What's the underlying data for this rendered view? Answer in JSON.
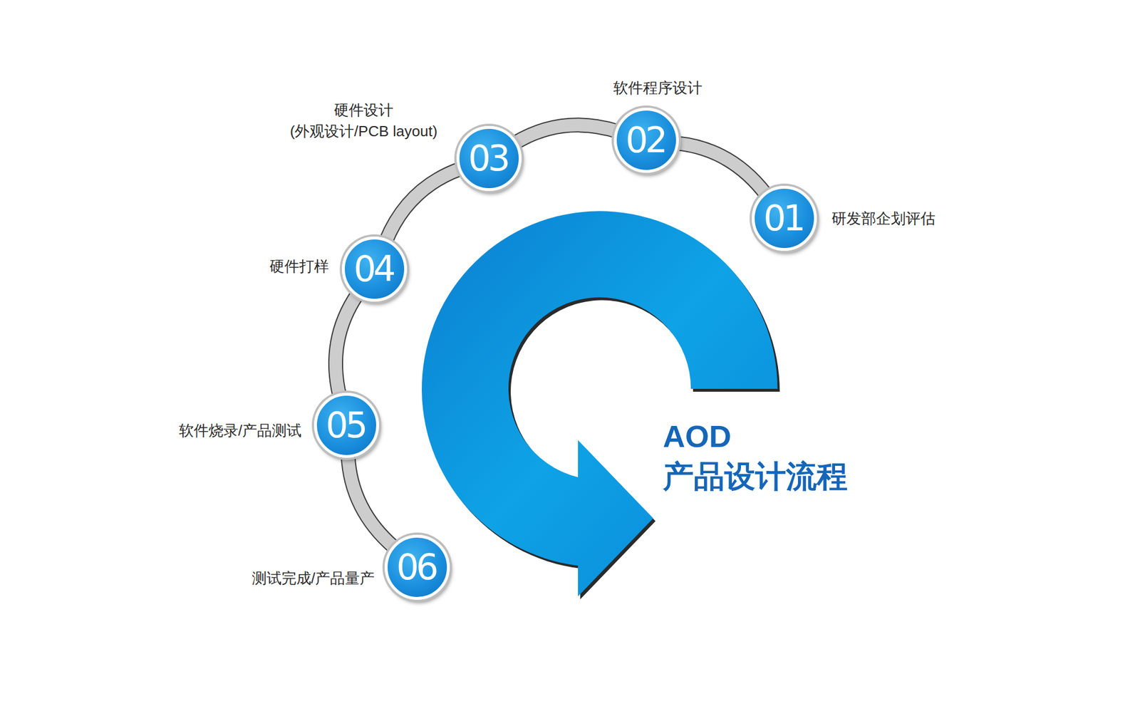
{
  "diagram": {
    "title": "AOD 产品设计流程",
    "nodes": [
      {
        "text": [
          "01",
          "研发部企划评估"
        ]
      },
      {
        "text": [
          "02",
          "软件程序设计"
        ]
      },
      {
        "text": [
          "03",
          "硬件设计",
          "(外观设计/PCB layout)"
        ]
      },
      {
        "text": [
          "04",
          "硬件打样"
        ]
      },
      {
        "text": [
          "05",
          "软件烧录/产品测试"
        ]
      },
      {
        "text": [
          "06",
          "测试完成/产品量产"
        ]
      }
    ],
    "edges": [
      {
        "from": 0,
        "to": 1,
        "arrow": "none"
      },
      {
        "from": 1,
        "to": 2,
        "arrow": "none"
      },
      {
        "from": 2,
        "to": 3,
        "arrow": "none"
      },
      {
        "from": 3,
        "to": 4,
        "arrow": "none"
      },
      {
        "from": 4,
        "to": 5,
        "arrow": "none"
      }
    ]
  }
}
